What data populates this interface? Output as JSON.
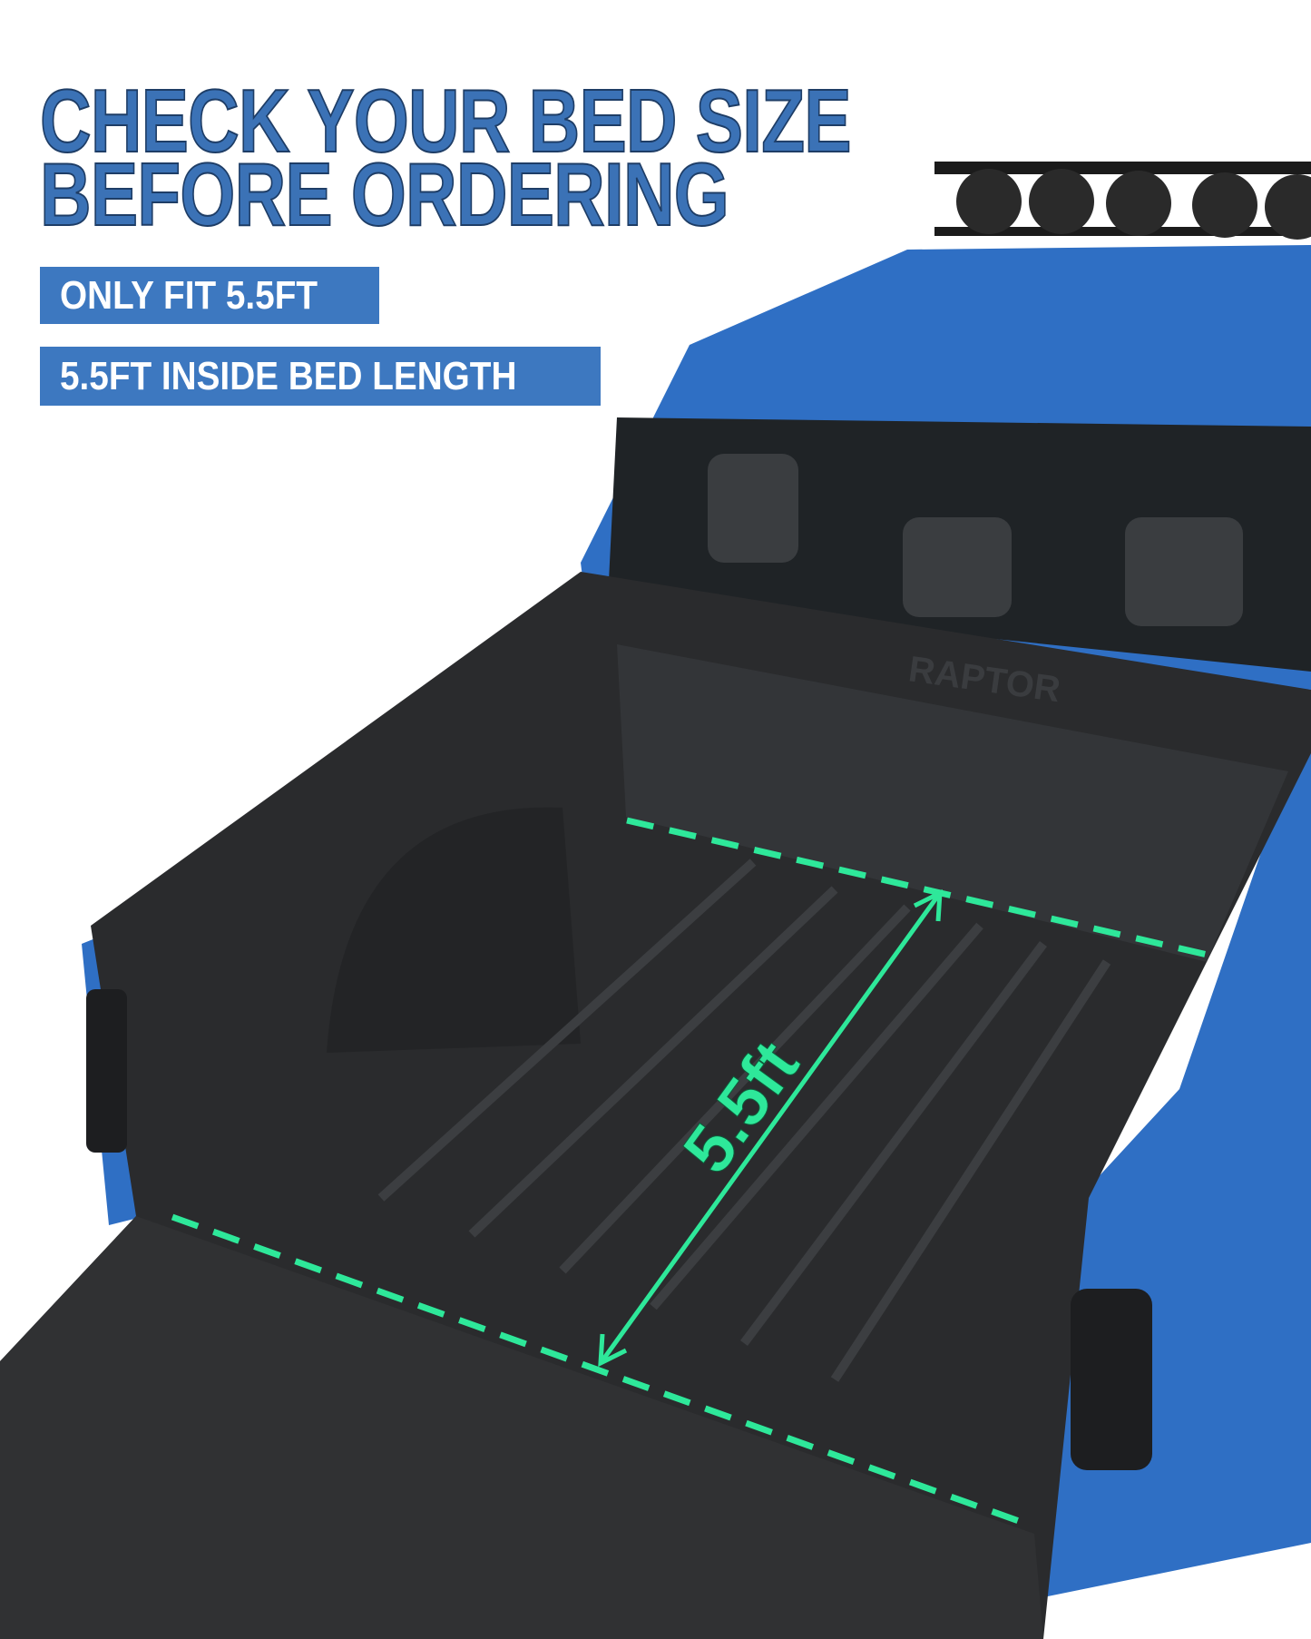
{
  "headline": {
    "line1": "CHECK YOUR BED SIZE",
    "line2": "BEFORE ORDERING"
  },
  "tags": [
    {
      "label": "ONLY FIT 5.5FT"
    },
    {
      "label": "5.5FT INSIDE BED LENGTH"
    }
  ],
  "measurement": {
    "label": "5.5ft"
  },
  "truck_badge": "RAPTOR",
  "colors": {
    "brand_blue": "#3b72b6",
    "tag_blue": "#3d78c0",
    "truck_blue": "#2f6fc4",
    "measure_green": "#2ee89a",
    "bed_black": "#2a2b2d"
  }
}
